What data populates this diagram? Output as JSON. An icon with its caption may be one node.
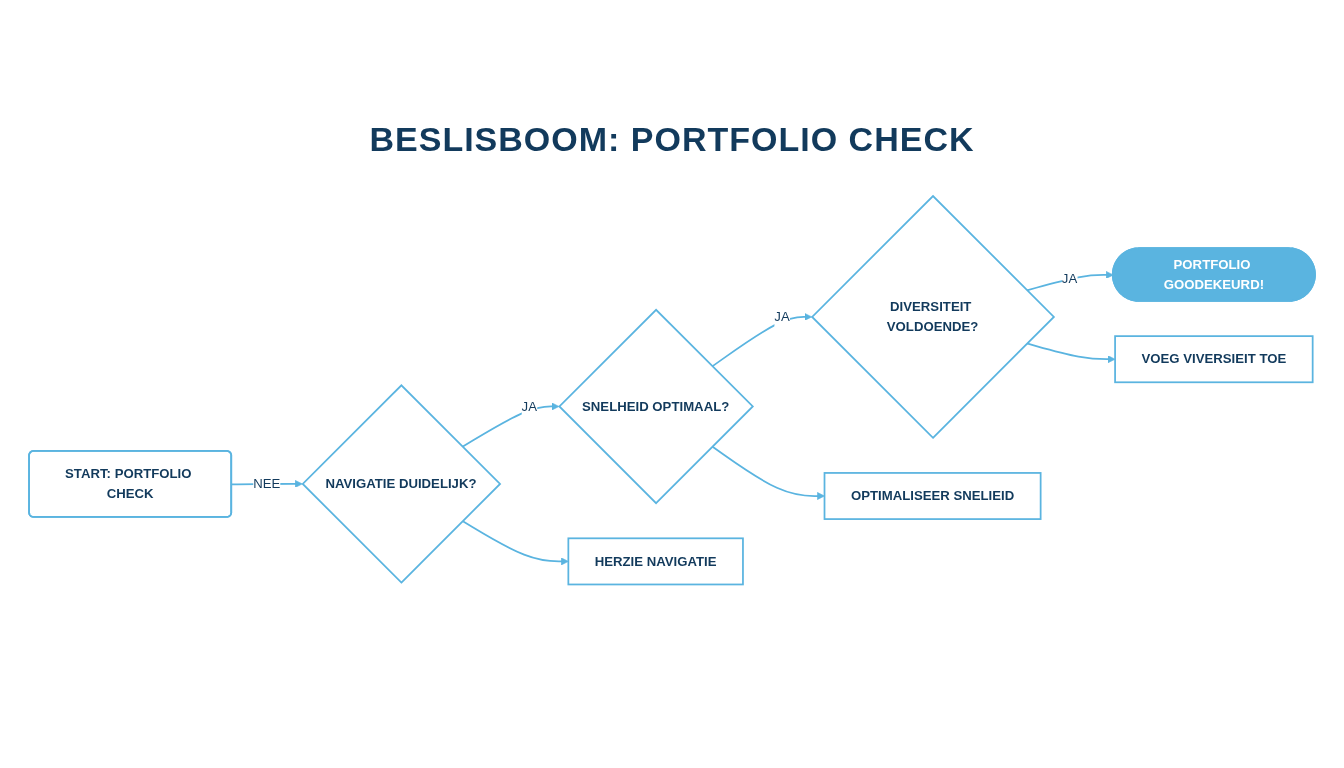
{
  "diagram": {
    "title": "BESLISBOOM: PORTFOLIO CHECK",
    "nodes": [
      {
        "text": [
          "START: PORTFOLIO CHECK"
        ]
      },
      {
        "text": [
          "NAVIGATIE DUIDELIJK?"
        ]
      },
      {
        "text": [
          "SNELHEID OPTIMAAL?"
        ]
      },
      {
        "text": [
          "DIVERSITEIT VOLDOENDE?"
        ]
      },
      {
        "text": [
          "PORTFOLIO GOODEKEURD!"
        ]
      },
      {
        "text": [
          "HERZIE NAVIGATIE"
        ]
      },
      {
        "text": [
          "OPTIMALISEER SNELIEID"
        ]
      },
      {
        "text": [
          "VOEG VIVERSIEIT TOE"
        ]
      }
    ],
    "edges": [
      {
        "from": 0,
        "to": 1,
        "arrow": "to",
        "label": "NEE"
      },
      {
        "from": 1,
        "to": 2,
        "arrow": "to",
        "label": "JA"
      },
      {
        "from": 2,
        "to": 3,
        "arrow": "to",
        "label": "JA"
      },
      {
        "from": 3,
        "to": 4,
        "arrow": "to",
        "label": "JA"
      },
      {
        "from": 1,
        "to": 5,
        "arrow": "to"
      },
      {
        "from": 2,
        "to": 6,
        "arrow": "to"
      },
      {
        "from": 3,
        "to": 7,
        "arrow": "to"
      }
    ]
  }
}
